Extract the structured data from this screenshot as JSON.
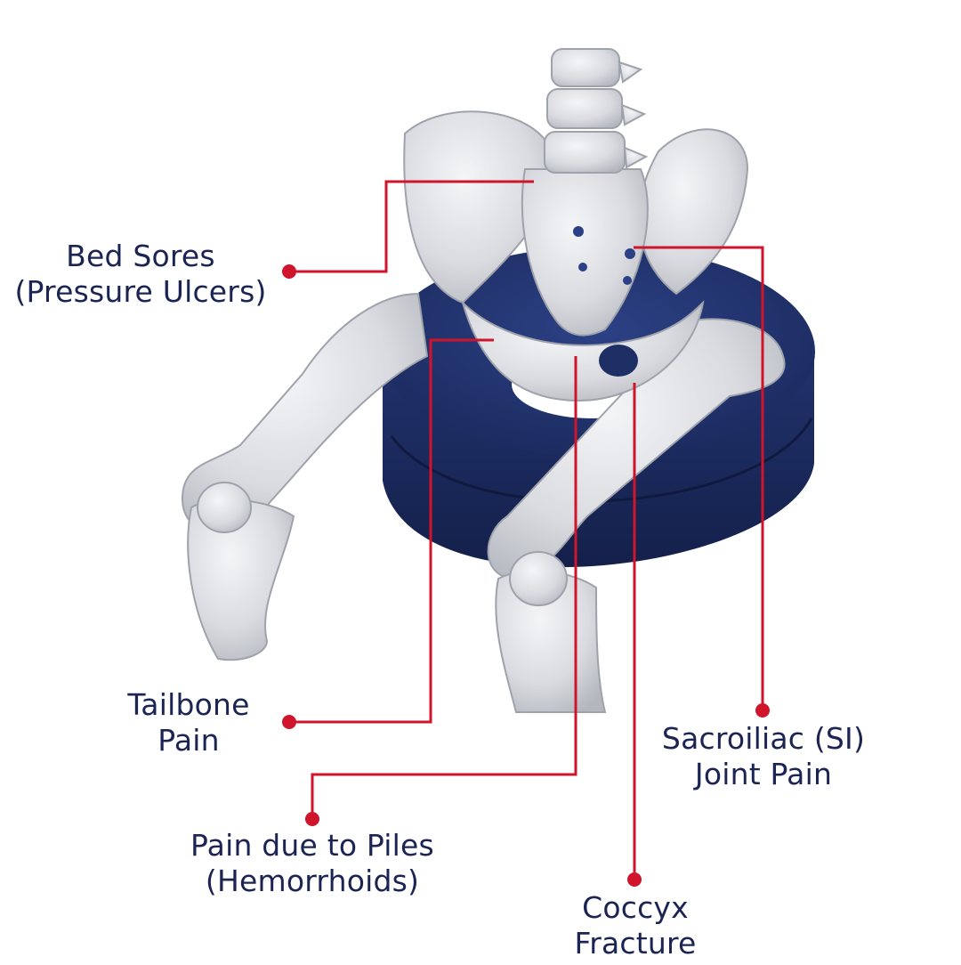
{
  "colors": {
    "leader_line": "#d0142c",
    "label_text": "#1b2453",
    "cushion": "#1e2f66",
    "bone": "#d9dbe0"
  },
  "labels": {
    "bed_sores": {
      "line1": "Bed Sores",
      "line2": "(Pressure Ulcers)"
    },
    "tailbone": {
      "line1": "Tailbone",
      "line2": "Pain"
    },
    "piles": {
      "line1": "Pain due to Piles",
      "line2": "(Hemorrhoids)"
    },
    "coccyx": {
      "line1": "Coccyx",
      "line2": "Fracture"
    },
    "sacroiliac": {
      "line1": "Sacroiliac (SI)",
      "line2": "Joint Pain"
    }
  },
  "illustration": {
    "subject": "pelvis-skeleton-on-donut-cushion"
  }
}
